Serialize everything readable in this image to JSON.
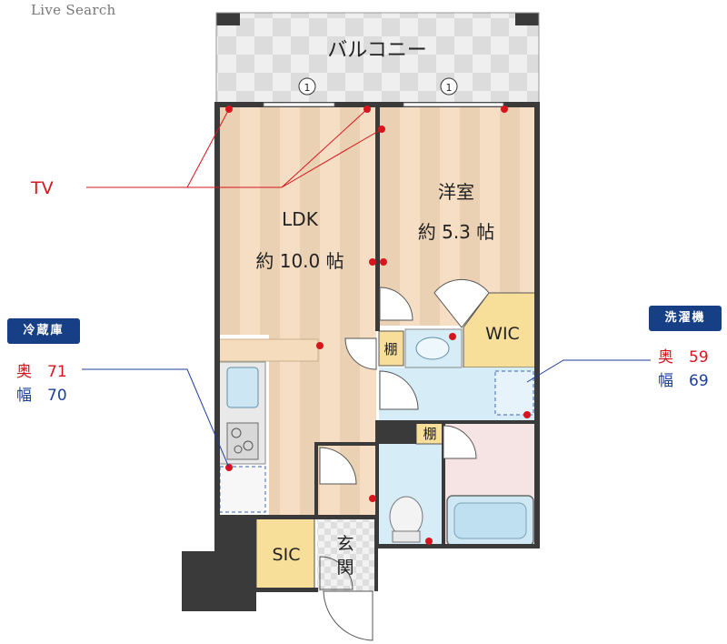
{
  "watermark": "Live Search",
  "rooms": {
    "balcony": "バルコニー",
    "ldk_name": "LDK",
    "ldk_size": "約 10.0 帖",
    "western_name": "洋室",
    "western_size": "約 5.3 帖",
    "wic": "WIC",
    "sic": "SIC",
    "entrance_1": "玄",
    "entrance_2": "関",
    "shelf": "棚"
  },
  "window_marks": [
    "1",
    "1"
  ],
  "tv_label": "TV",
  "fridge": {
    "title": "冷蔵庫",
    "depth_label": "奥",
    "depth_value": "71",
    "width_label": "幅",
    "width_value": "70"
  },
  "washer": {
    "title": "洗濯機",
    "depth_label": "奥",
    "depth_value": "59",
    "width_label": "幅",
    "width_value": "69"
  },
  "colors": {
    "badge": "#173f86",
    "red": "#d8141c",
    "blue": "#1c3f9a",
    "wall": "#3a3a3a",
    "floor_wood": "#f4dcc0",
    "floor_stripe": "#ead0b0",
    "storage": "#f7df9a",
    "wet_area": "#d6ecf7",
    "bath_area": "#f6e4e4"
  }
}
